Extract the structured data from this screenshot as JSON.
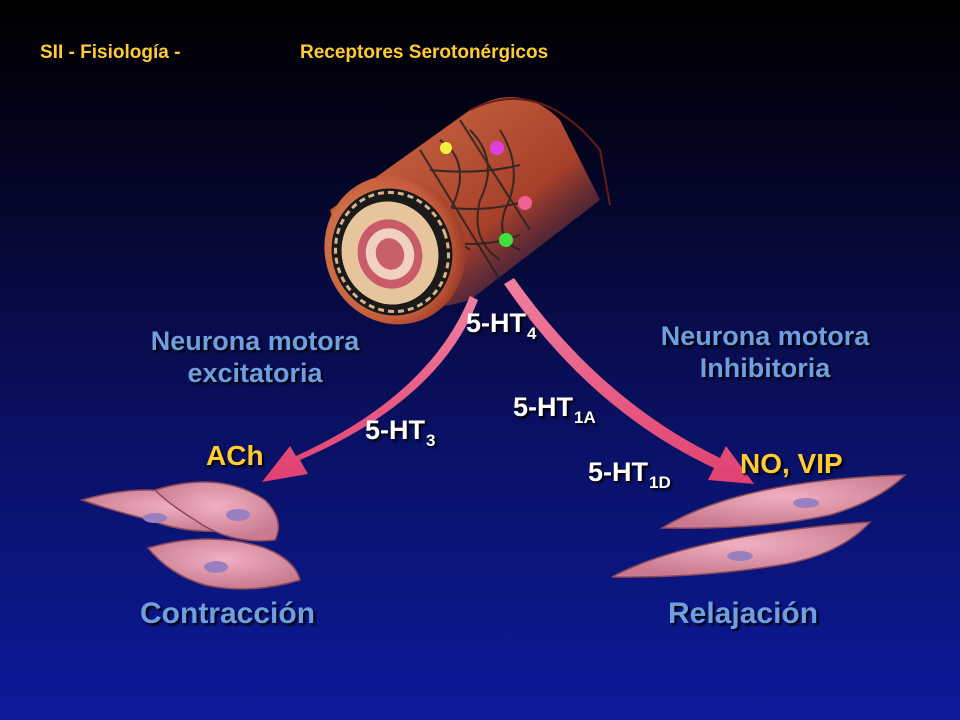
{
  "header": {
    "course": "SII - Fisiología -",
    "topic": "Receptores Serotonérgicos"
  },
  "labels": {
    "excitatory_line1": "Neurona motora",
    "excitatory_line2": "excitatoria",
    "inhibitory_line1": "Neurona motora",
    "inhibitory_line2": "Inhibitoria",
    "ach": "ACh",
    "no_vip": "NO, VIP",
    "contraction": "Contracción",
    "relaxation": "Relajación"
  },
  "receptors": {
    "ht4": {
      "base": "5-HT",
      "sub": "4"
    },
    "ht3": {
      "base": "5-HT",
      "sub": "3"
    },
    "ht1a": {
      "base": "5-HT",
      "sub": "1A"
    },
    "ht1d": {
      "base": "5-HT",
      "sub": "1D"
    }
  },
  "colors": {
    "header": "#ffcc33",
    "neuron_label": "#6f9fe0",
    "arrow": "#e0507a",
    "muscle_cell": "#d98aa0"
  },
  "icons": {
    "intestine": "intestine-cross-section-icon",
    "muscle": "smooth-muscle-cell-icon"
  }
}
